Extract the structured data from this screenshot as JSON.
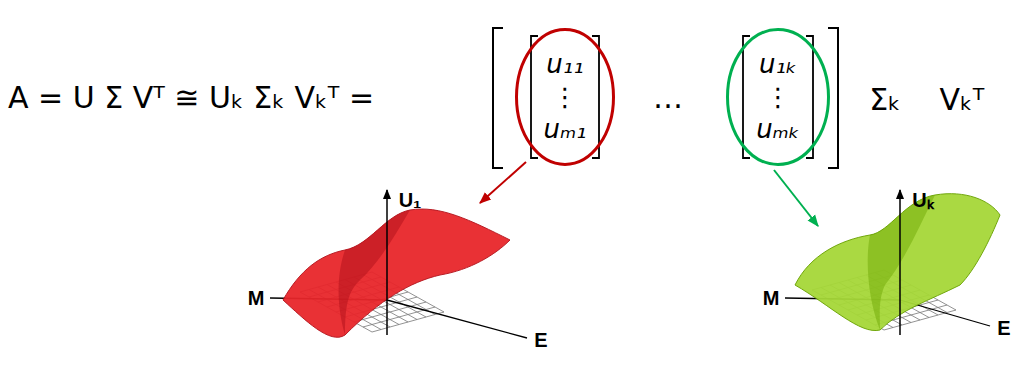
{
  "diagram": {
    "nodes": [
      {
        "text": [
          "u₁₁",
          "⋮",
          "uₘ₁"
        ]
      },
      {
        "text": [
          "u₁ₖ",
          "⋮",
          "uₘₖ"
        ]
      }
    ],
    "labels": [
      "A = U Σ Vᵀ ≅ Uₖ Σₖ Vₖᵀ =",
      "…",
      "Σₖ",
      "Vₖᵀ",
      "U₁",
      "M",
      "E",
      "Uₖ",
      "M",
      "E"
    ]
  }
}
